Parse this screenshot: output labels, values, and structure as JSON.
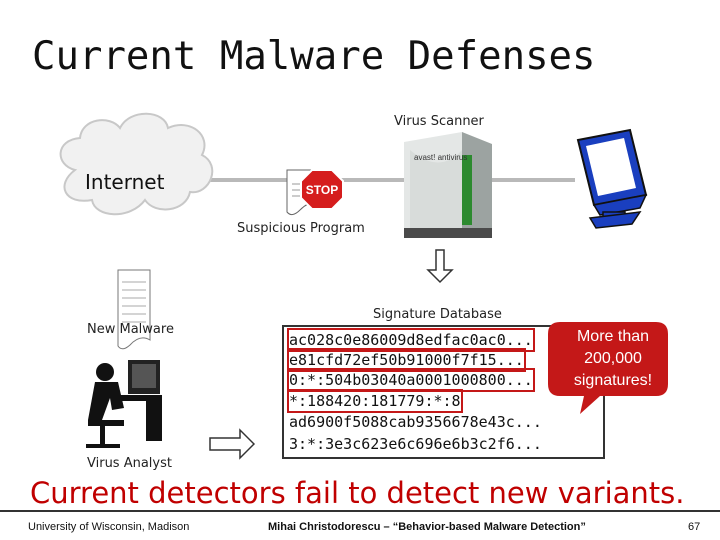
{
  "slide": {
    "title": "Current Malware Defenses",
    "conclusion": "Current detectors fail to detect new variants."
  },
  "diagram": {
    "internet_label": "Internet",
    "stop_sign_text": "STOP",
    "suspicious_program_label": "Suspicious Program",
    "virus_scanner_label": "Virus Scanner",
    "scanner_brand": "avast! antivirus",
    "signature_database_label": "Signature Database",
    "new_malware_label": "New Malware",
    "virus_analyst_label": "Virus Analyst"
  },
  "signatures": [
    "ac028c0e86009d8edfac0ac0...",
    "e81cfd72ef50b91000f7f15...",
    "0:*:504b03040a0001000800...",
    "*:188420:181779:*:8",
    "ad6900f5088cab9356678e43c...",
    "3:*:3e3c623e6c696e6b3c2f6..."
  ],
  "callout": {
    "line1": "More than",
    "line2": "200,000",
    "line3": "signatures!",
    "color": "#c41818"
  },
  "footer": {
    "left": "University of Wisconsin, Madison",
    "center": "Mihai Christodorescu – “Behavior-based Malware Detection”",
    "page": "67"
  }
}
